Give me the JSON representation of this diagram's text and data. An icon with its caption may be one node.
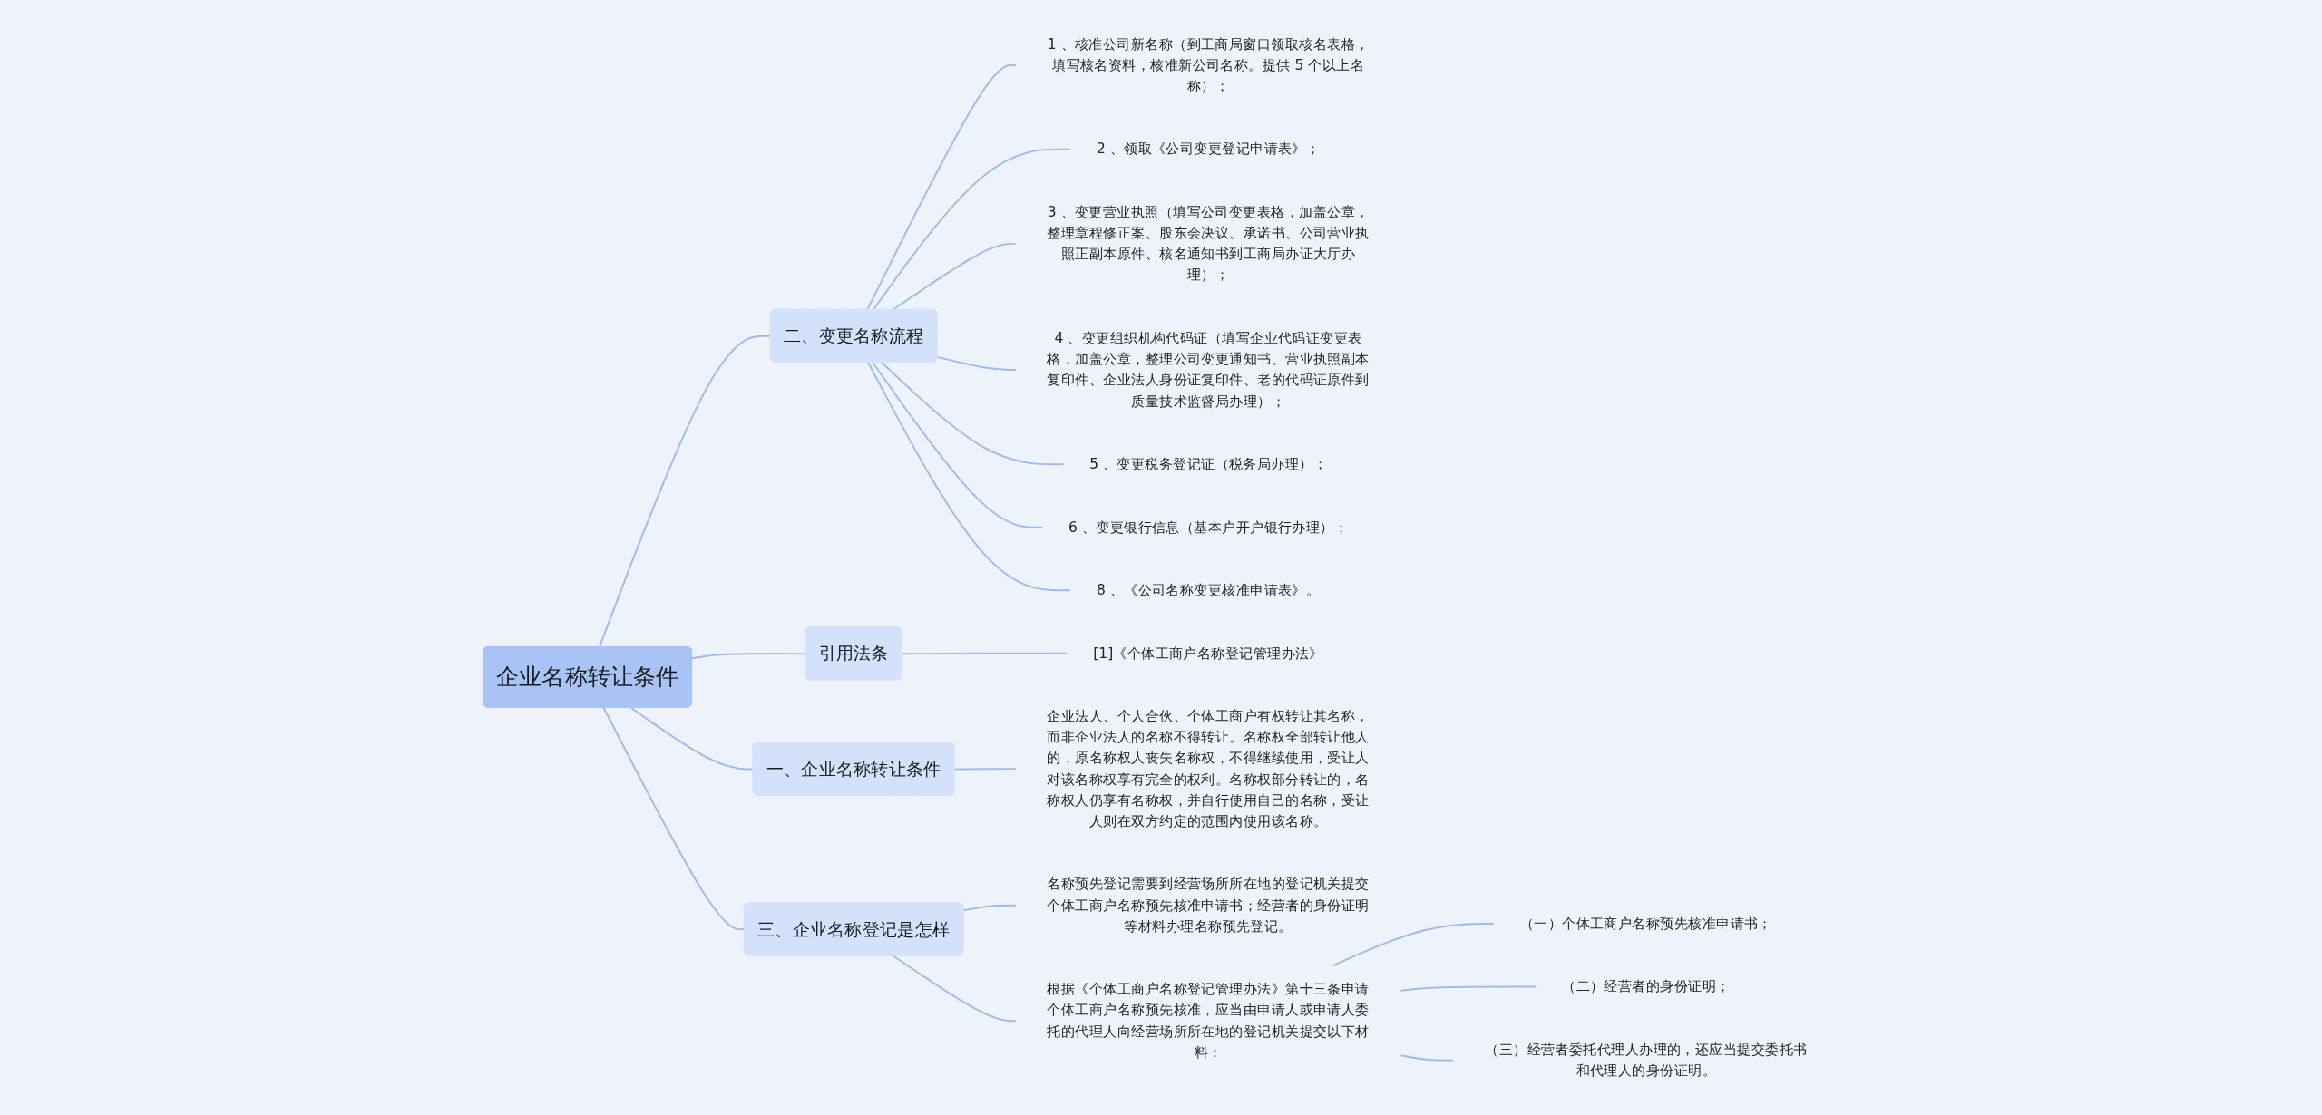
{
  "diagram": {
    "nodes": [
      {
        "text": [
          "企业名称转让条件"
        ]
      },
      {
        "text": [
          "二、变更名称流程"
        ]
      },
      {
        "text": [
          "1 、核准公司新名称（到工商局窗口领取核名表格，填写核名资料，核准新公司名称。提供 5 个以上名称）；"
        ]
      },
      {
        "text": [
          "2 、领取《公司变更登记申请表》；"
        ]
      },
      {
        "text": [
          "3 、变更营业执照（填写公司变更表格，加盖公章，整理章程修正案、股东会决议、承诺书、公司营业执照正副本原件、核名通知书到工商局办证大厅办理）；"
        ]
      },
      {
        "text": [
          "4 、变更组织机构代码证（填写企业代码证变更表格，加盖公章，整理公司变更通知书、营业执照副本复印件、企业法人身份证复印件、老的代码证原件到质量技术监督局办理）；"
        ]
      },
      {
        "text": [
          "5 、变更税务登记证（税务局办理）；"
        ]
      },
      {
        "text": [
          "6 、变更银行信息（基本户开户银行办理）；"
        ]
      },
      {
        "text": [
          "8 、《公司名称变更核准申请表》。"
        ]
      },
      {
        "text": [
          "引用法条"
        ]
      },
      {
        "text": [
          "[1]《个体工商户名称登记管理办法》"
        ]
      },
      {
        "text": [
          "一、企业名称转让条件"
        ]
      },
      {
        "text": [
          "企业法人、个人合伙、个体工商户有权转让其名称，而非企业法人的名称不得转让。名称权全部转让他人的，原名称权人丧失名称权，不得继续使用，受让人对该名称权享有完全的权利。名称权部分转让的，名称权人仍享有名称权，并自行使用自己的名称，受让人则在双方约定的范围内使用该名称。"
        ]
      },
      {
        "text": [
          "三、企业名称登记是怎样"
        ]
      },
      {
        "text": [
          "名称预先登记需要到经营场所所在地的登记机关提交个体工商户名称预先核准申请书；经营者的身份证明等材料办理名称预先登记。"
        ]
      },
      {
        "text": [
          "根据《个体工商户名称登记管理办法》第十三条申请个体工商户名称预先核准，应当由申请人或申请人委托的代理人向经营场所所在地的登记机关提交以下材料："
        ]
      },
      {
        "text": [
          "（一）个体工商户名称预先核准申请书；"
        ]
      },
      {
        "text": [
          "（二）经营者的身份证明；"
        ]
      },
      {
        "text": [
          "（三）经营者委托代理人办理的，还应当提交委托书和代理人的身份证明。"
        ]
      }
    ],
    "edges": [
      {
        "from": 0,
        "to": 1,
        "arrow": "none"
      },
      {
        "from": 1,
        "to": 2,
        "arrow": "none"
      },
      {
        "from": 1,
        "to": 3,
        "arrow": "none"
      },
      {
        "from": 1,
        "to": 4,
        "arrow": "none"
      },
      {
        "from": 1,
        "to": 5,
        "arrow": "none"
      },
      {
        "from": 1,
        "to": 6,
        "arrow": "none"
      },
      {
        "from": 1,
        "to": 7,
        "arrow": "none"
      },
      {
        "from": 1,
        "to": 8,
        "arrow": "none"
      },
      {
        "from": 0,
        "to": 9,
        "arrow": "none"
      },
      {
        "from": 9,
        "to": 10,
        "arrow": "none"
      },
      {
        "from": 0,
        "to": 11,
        "arrow": "none"
      },
      {
        "from": 11,
        "to": 12,
        "arrow": "none"
      },
      {
        "from": 0,
        "to": 13,
        "arrow": "none"
      },
      {
        "from": 13,
        "to": 14,
        "arrow": "none"
      },
      {
        "from": 13,
        "to": 15,
        "arrow": "none"
      },
      {
        "from": 15,
        "to": 16,
        "arrow": "none"
      },
      {
        "from": 15,
        "to": 17,
        "arrow": "none"
      },
      {
        "from": 15,
        "to": 18,
        "arrow": "none"
      }
    ]
  }
}
